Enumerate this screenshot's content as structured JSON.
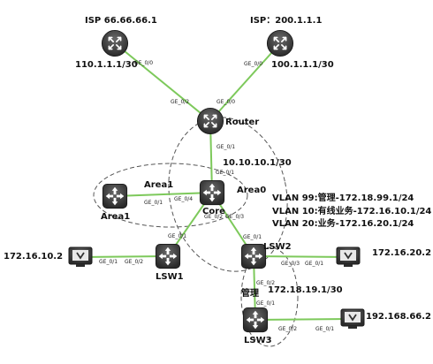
{
  "nodes": {
    "isp1": {
      "name": "ISP 66.66.66.1",
      "ip": "110.1.1.1/30"
    },
    "isp2": {
      "name": "ISP：200.1.1.1",
      "ip": "100.1.1.1/30"
    },
    "router": {
      "name": "Router",
      "ip": "10.10.10.1/30"
    },
    "core": {
      "name": "Core"
    },
    "area1_switch": {
      "name": "Area1"
    },
    "lsw1": {
      "name": "LSW1"
    },
    "lsw2": {
      "name": "LSW2"
    },
    "lsw3": {
      "name": "LSW3"
    },
    "pc1": {
      "ip": "172.16.10.2"
    },
    "pc2": {
      "ip": "172.16.20.2"
    },
    "pc3": {
      "ip": "192.168.66.2"
    }
  },
  "areas": {
    "area1": "Area1",
    "area0": "Area0",
    "mgmt": "管理",
    "mgmt_ip": "172.18.19.1/30"
  },
  "vlans": [
    "VLAN 99:管理-172.18.99.1/24",
    "VLAN 10:有线业务-172.16.10.1/24",
    "VLAN 20:业务-172.16.20.1/24"
  ],
  "ports": {
    "isp1_router_a": "GE_0/0",
    "isp1_router_b": "GE_0/2",
    "isp2_router_a": "GE_0/0",
    "isp2_router_b": "GE_0/0",
    "router_core": "GE_0/1",
    "core_router": "GE_0/1",
    "area1_core_a": "GE_0/1",
    "area1_core_b": "GE_0/4",
    "core_lsw1": "GE_0/2",
    "core_lsw2": "GE_0/3",
    "lsw1_core": "GE_0/1",
    "lsw2_core": "GE_0/1",
    "pc1_lsw1": "GE_0/1",
    "lsw1_pc1": "GE_0/2",
    "lsw2_pc2": "GE_0/3",
    "pc2_lsw2": "GE_0/1",
    "lsw2_lsw3": "GE_0/2",
    "lsw3_lsw2": "GE_0/1",
    "lsw3_pc3": "GE_0/2",
    "pc3_lsw3": "GE_0/1"
  },
  "colors": {
    "link": "#7dc95b",
    "device": "#3a3a3a",
    "ellipse": "#555555"
  },
  "icons": {
    "router": "router-icon",
    "switch": "switch-icon",
    "pc": "pc-monitor-icon"
  }
}
